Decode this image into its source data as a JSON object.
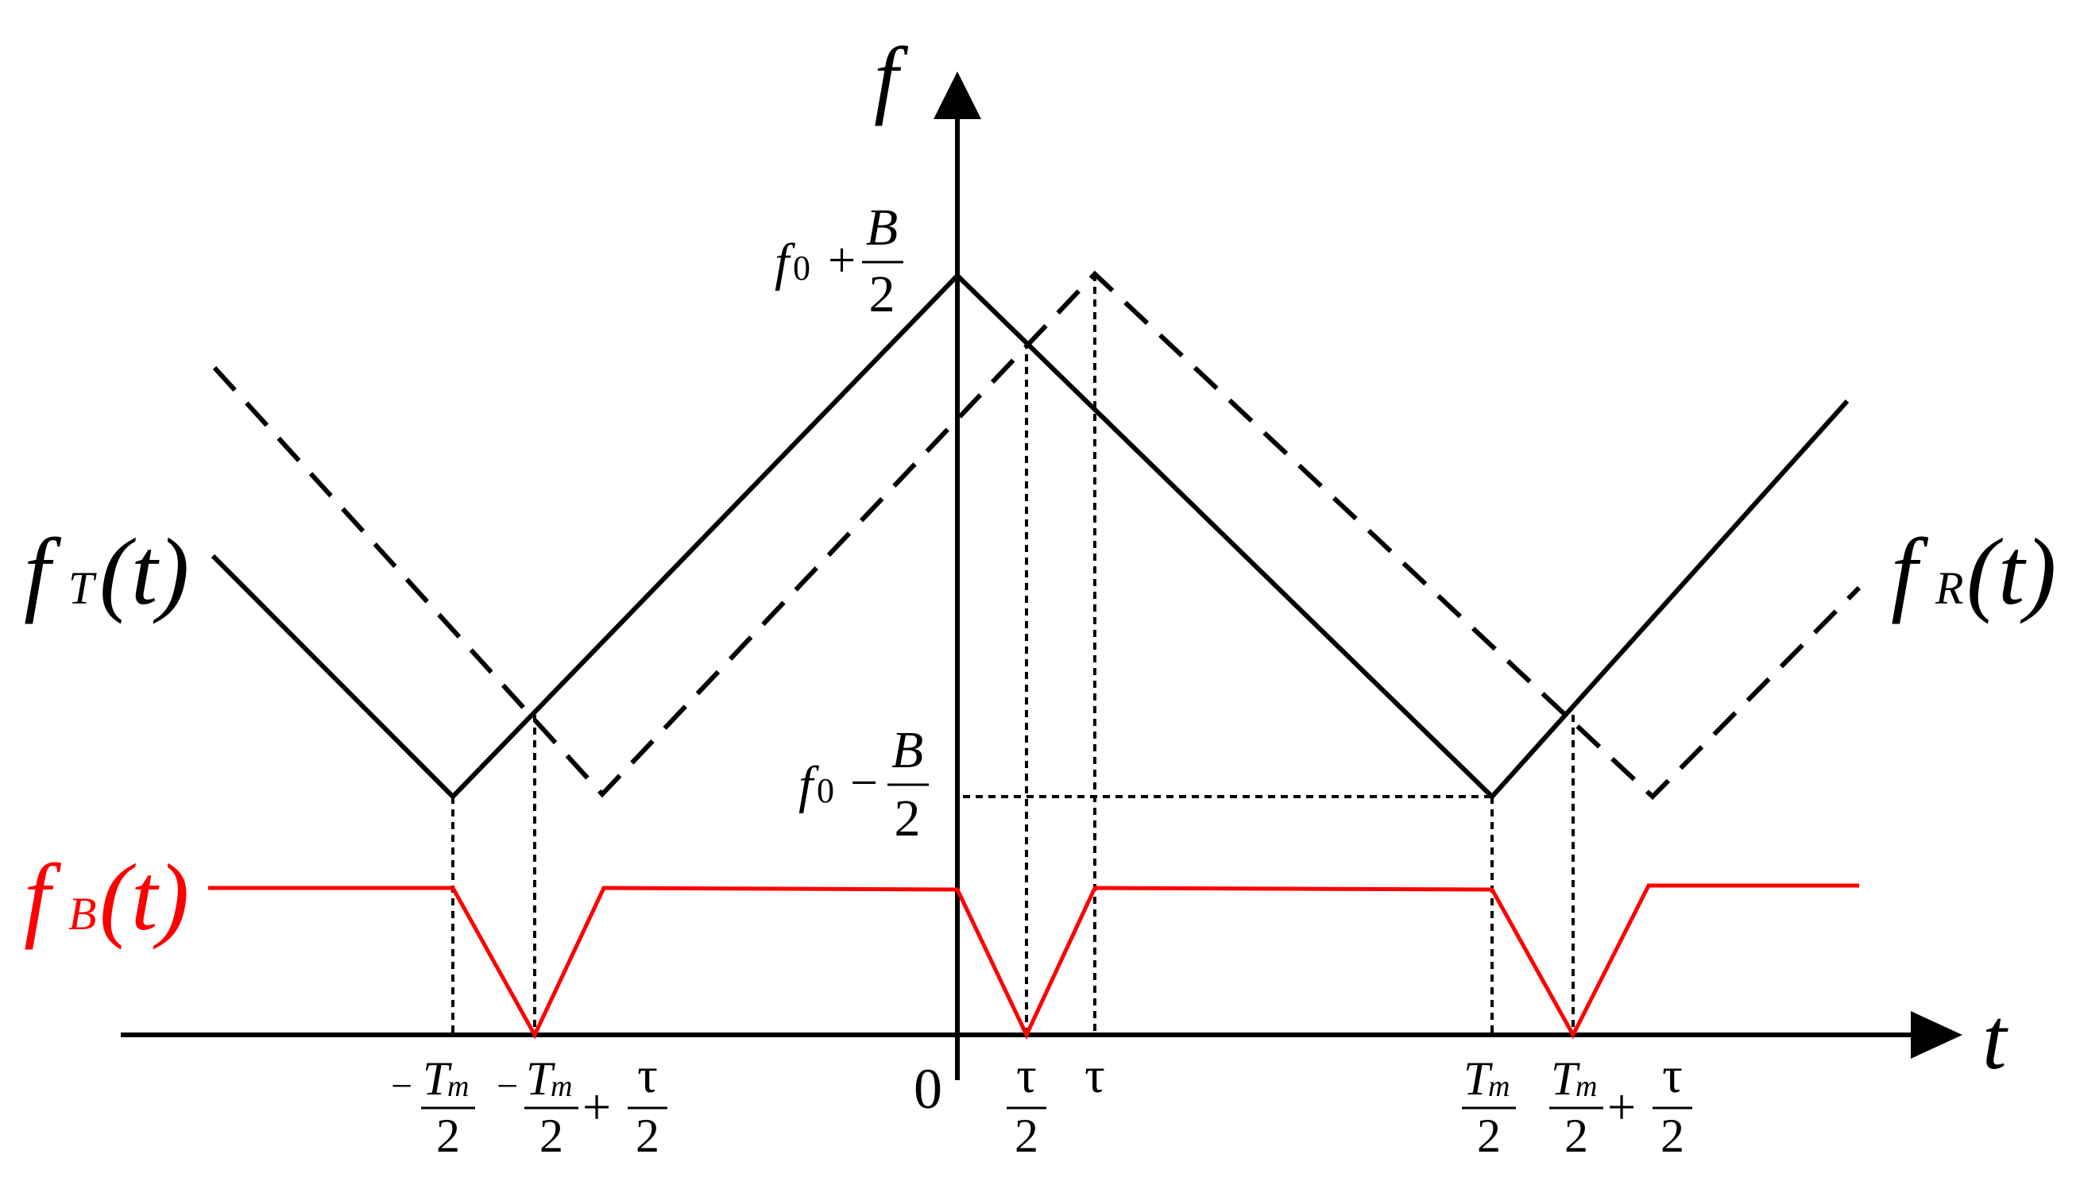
{
  "axes": {
    "y_label": "f",
    "x_label": "t"
  },
  "curves": {
    "transmit": {
      "main": "f",
      "sub": "T",
      "arg": "(t)",
      "color": "#000000",
      "style": "solid"
    },
    "receive": {
      "main": "f",
      "sub": "R",
      "arg": "(t)",
      "color": "#000000",
      "style": "dashed"
    },
    "beat": {
      "main": "f",
      "sub": "B",
      "arg": "(t)",
      "color": "#ff0000",
      "style": "solid"
    }
  },
  "y_ticks": {
    "top": {
      "base": "f",
      "sub": "0",
      "op": "+",
      "num": "B",
      "den": "2"
    },
    "bottom": {
      "base": "f",
      "sub": "0",
      "op": "−",
      "num": "B",
      "den": "2"
    }
  },
  "x_ticks": {
    "neg_half_period": {
      "minus": "−",
      "num_main": "T",
      "num_sub": "m",
      "den": "2"
    },
    "neg_half_period_plus": {
      "minus": "−",
      "num_main": "T",
      "num_sub": "m",
      "den": "2",
      "op": "+",
      "num2": "τ",
      "den2": "2"
    },
    "origin": "0",
    "tau_half": {
      "num": "τ",
      "den": "2"
    },
    "tau": "τ",
    "half_period": {
      "num_main": "T",
      "num_sub": "m",
      "den": "2"
    },
    "half_period_plus": {
      "num_main": "T",
      "num_sub": "m",
      "den": "2",
      "op": "+",
      "num2": "τ",
      "den2": "2"
    }
  }
}
